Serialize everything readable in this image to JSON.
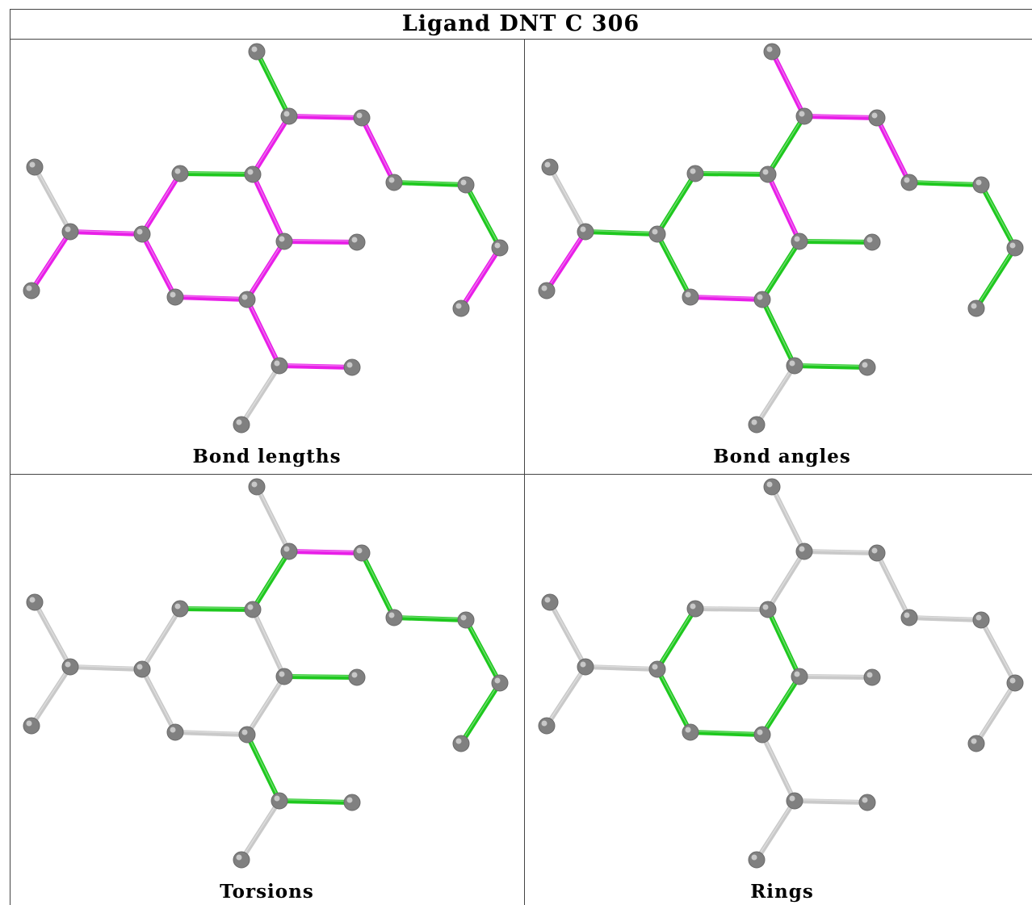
{
  "title": "Ligand DNT C 306",
  "colors": {
    "gray": "#c9c9c9",
    "magenta": "#e81ee8",
    "green": "#1ec81e",
    "atom": "#808080"
  },
  "panels": [
    {
      "caption": "Bond lengths",
      "bond_colors": [
        "green",
        "magenta",
        "magenta",
        "green",
        "green",
        "magenta",
        "magenta",
        "green",
        "magenta",
        "magenta",
        "magenta",
        "magenta",
        "magenta",
        "gray",
        "magenta",
        "magenta",
        "magenta",
        "gray"
      ]
    },
    {
      "caption": "Bond angles",
      "bond_colors": [
        "magenta",
        "magenta",
        "magenta",
        "green",
        "green",
        "green",
        "green",
        "green",
        "green",
        "green",
        "magenta",
        "green",
        "magenta",
        "gray",
        "magenta",
        "green",
        "green",
        "gray"
      ]
    },
    {
      "caption": "Torsions",
      "bond_colors": [
        "gray",
        "magenta",
        "green",
        "green",
        "green",
        "green",
        "green",
        "green",
        "gray",
        "gray",
        "gray",
        "gray",
        "gray",
        "gray",
        "gray",
        "gray",
        "green",
        "gray"
      ]
    },
    {
      "caption": "Rings",
      "bond_colors": [
        "gray",
        "gray",
        "gray",
        "gray",
        "gray",
        "gray",
        "gray",
        "gray",
        "green",
        "green",
        "green",
        "green",
        "green",
        "gray",
        "gray",
        "gray",
        "gray",
        "gray"
      ]
    }
  ]
}
